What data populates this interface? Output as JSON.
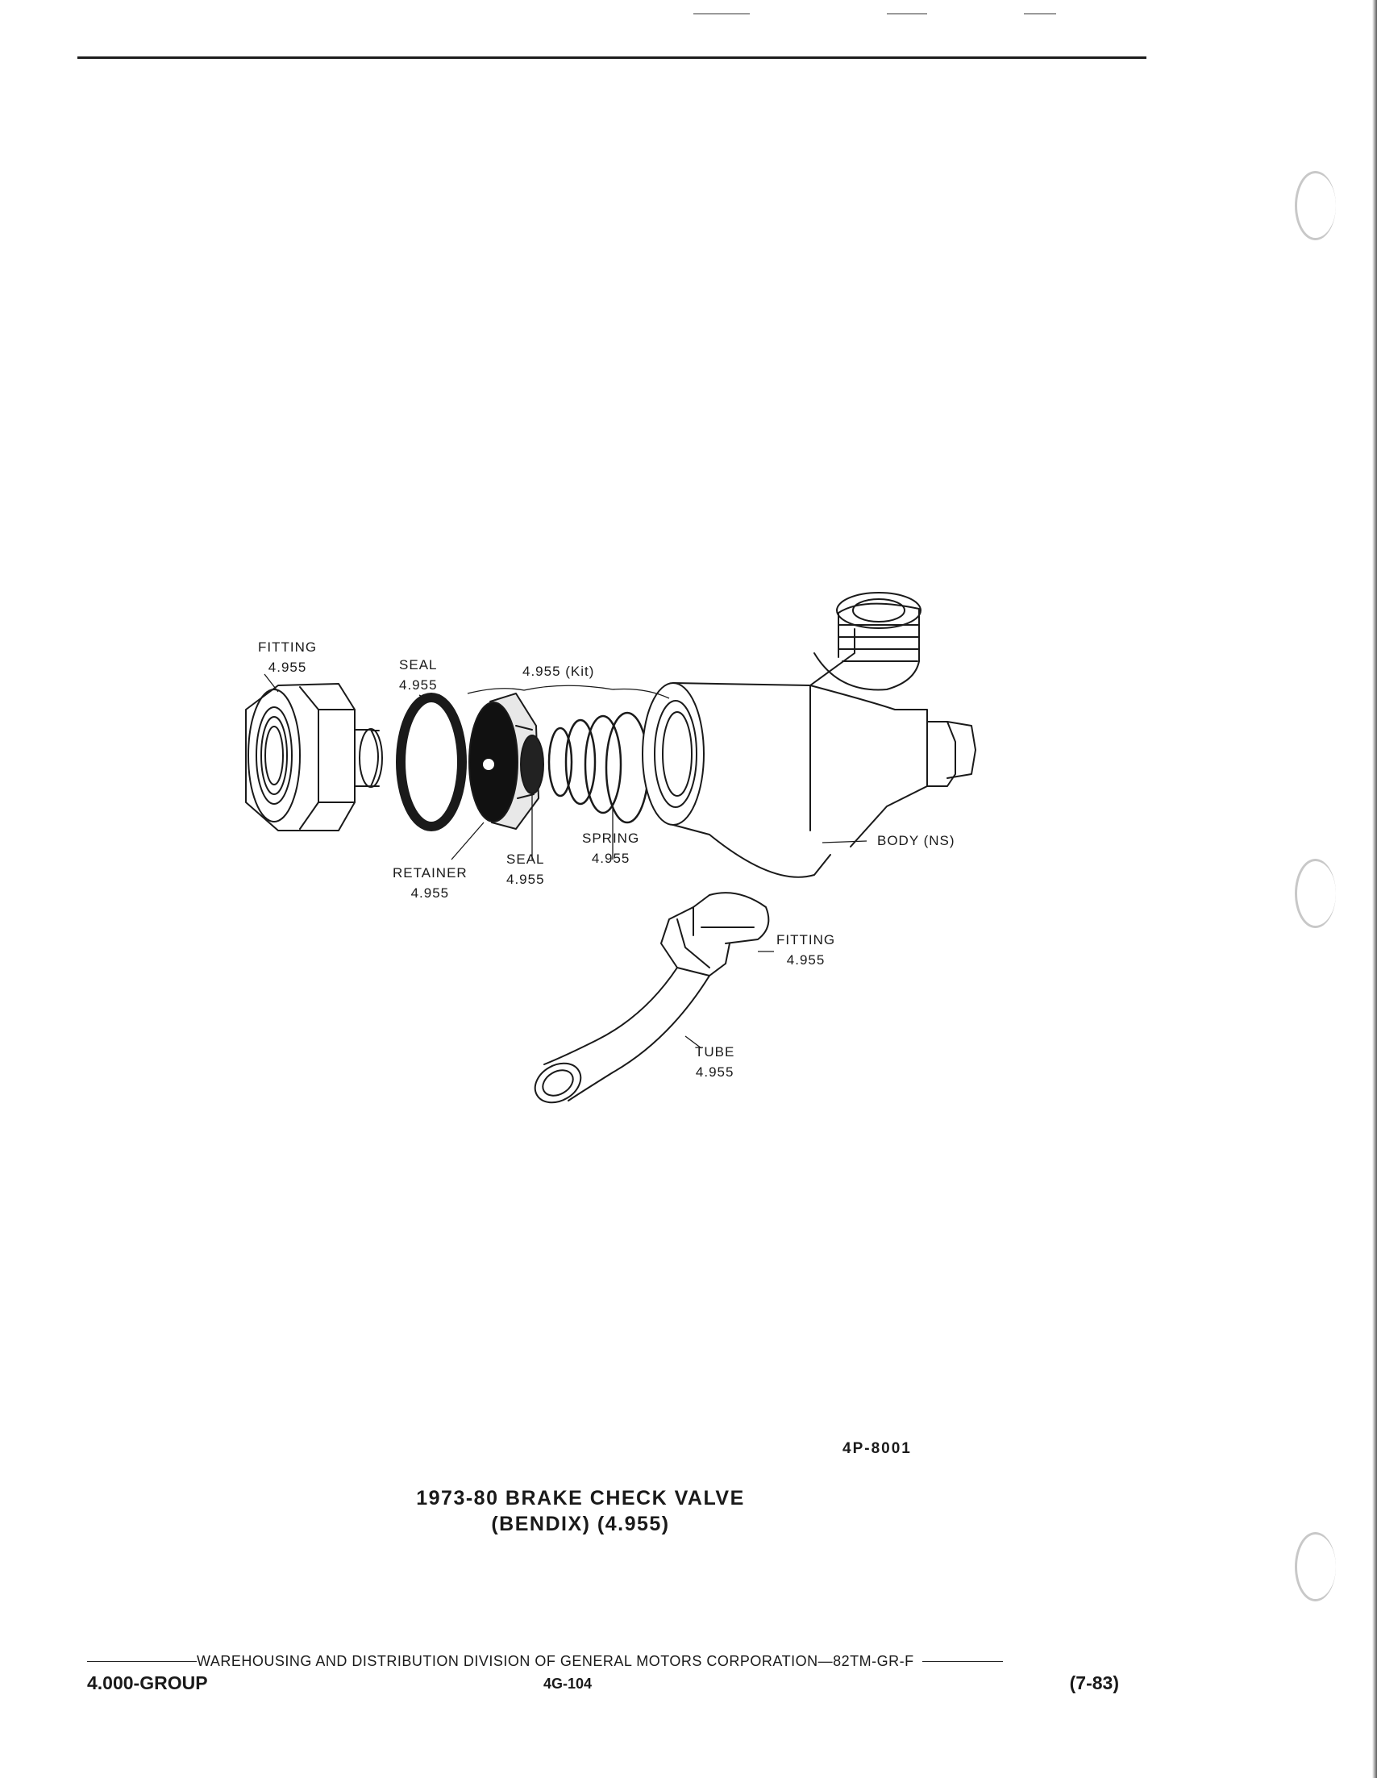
{
  "labels": {
    "fitting_left_name": "FITTING",
    "fitting_left_num": "4.955",
    "seal_top_name": "SEAL",
    "seal_top_num": "4.955",
    "kit": "4.955 (Kit)",
    "retainer_name": "RETAINER",
    "retainer_num": "4.955",
    "seal_bottom_name": "SEAL",
    "seal_bottom_num": "4.955",
    "spring_name": "SPRING",
    "spring_num": "4.955",
    "body": "BODY (NS)",
    "fitting_right_name": "FITTING",
    "fitting_right_num": "4.955",
    "tube_name": "TUBE",
    "tube_num": "4.955"
  },
  "figure_id": "4P-8001",
  "caption": {
    "line1": "1973-80 BRAKE CHECK VALVE",
    "line2": "(BENDIX) (4.955)"
  },
  "footer": {
    "division": "WAREHOUSING AND DISTRIBUTION  DIVISION OF GENERAL MOTORS CORPORATION—82TM-GR-F",
    "group": "4.000-GROUP",
    "page": "4G-104",
    "date": "(7-83)"
  }
}
